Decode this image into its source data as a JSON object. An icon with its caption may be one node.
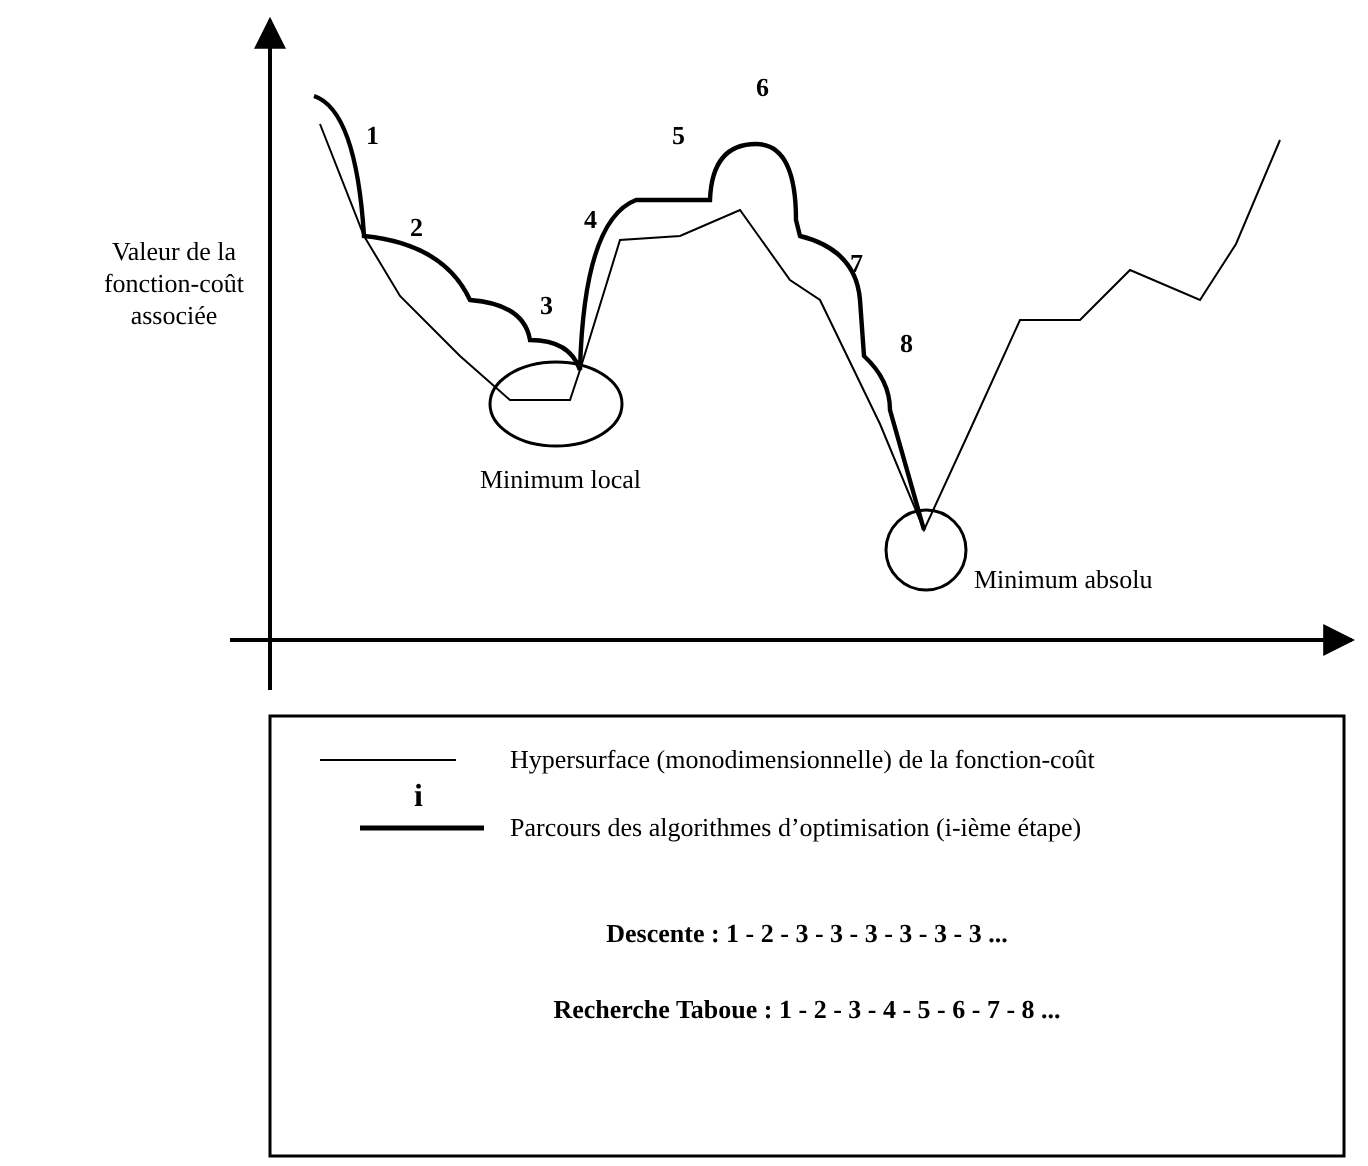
{
  "diagram": {
    "labels": [
      "Valeur de la fonction-coût associée",
      "1",
      "2",
      "3",
      "4",
      "5",
      "6",
      "7",
      "8",
      "Minimum local",
      "Minimum absolu",
      "i",
      "Descente : 1 - 2 - 3 - 3 - 3 - 3 - 3 - 3 ...",
      "Recherche Taboue : 1 - 2 - 3 - 4 - 5 - 6 - 7 - 8 ..."
    ],
    "legend": [
      {
        "text": "Hypersurface (monodimensionnelle) de la fonction-coût"
      },
      {
        "text": "Parcours des algorithmes d’optimisation (i-ième étape)"
      }
    ]
  }
}
